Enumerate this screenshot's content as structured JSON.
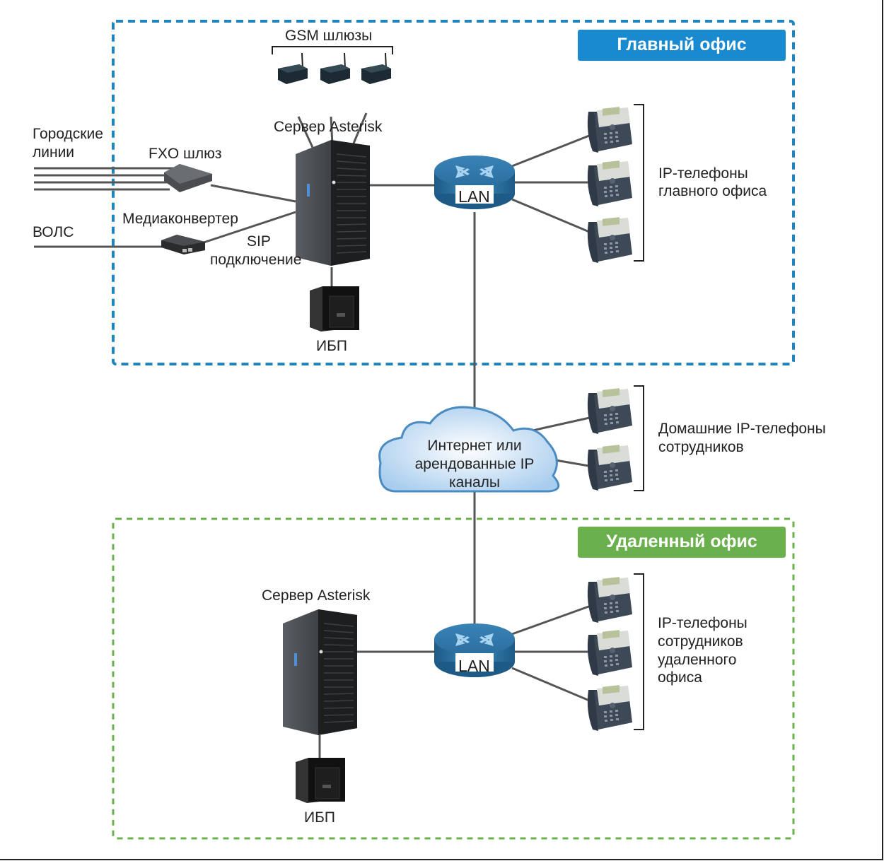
{
  "main_office": {
    "title": "Главный офис",
    "color": "#1a8ad0",
    "gsm_label": "GSM шлюзы",
    "server_label": "Сервер Asterisk",
    "city_lines_label": [
      "Городские",
      "линии"
    ],
    "fxo_label": "FXO шлюз",
    "fiber_label": "ВОЛС",
    "mediaconverter_label": "Медиаконвертер",
    "sip_label": [
      "SIP",
      "подключение"
    ],
    "ups_label": "ИБП",
    "lan_label": "LAN",
    "phones_label": [
      "IP-телефоны",
      "главного офиса"
    ]
  },
  "internet": {
    "cloud_label": [
      "Интернет или",
      "арендованные IP",
      "каналы"
    ],
    "home_phones_label": [
      "Домашние IP-телефоны",
      "сотрудников"
    ]
  },
  "remote_office": {
    "title": "Удаленный офис",
    "color": "#6ab04c",
    "server_label": "Сервер Asterisk",
    "ups_label": "ИБП",
    "lan_label": "LAN",
    "phones_label": [
      "IP-телефоны",
      "сотрудников",
      "удаленного",
      "офиса"
    ]
  }
}
